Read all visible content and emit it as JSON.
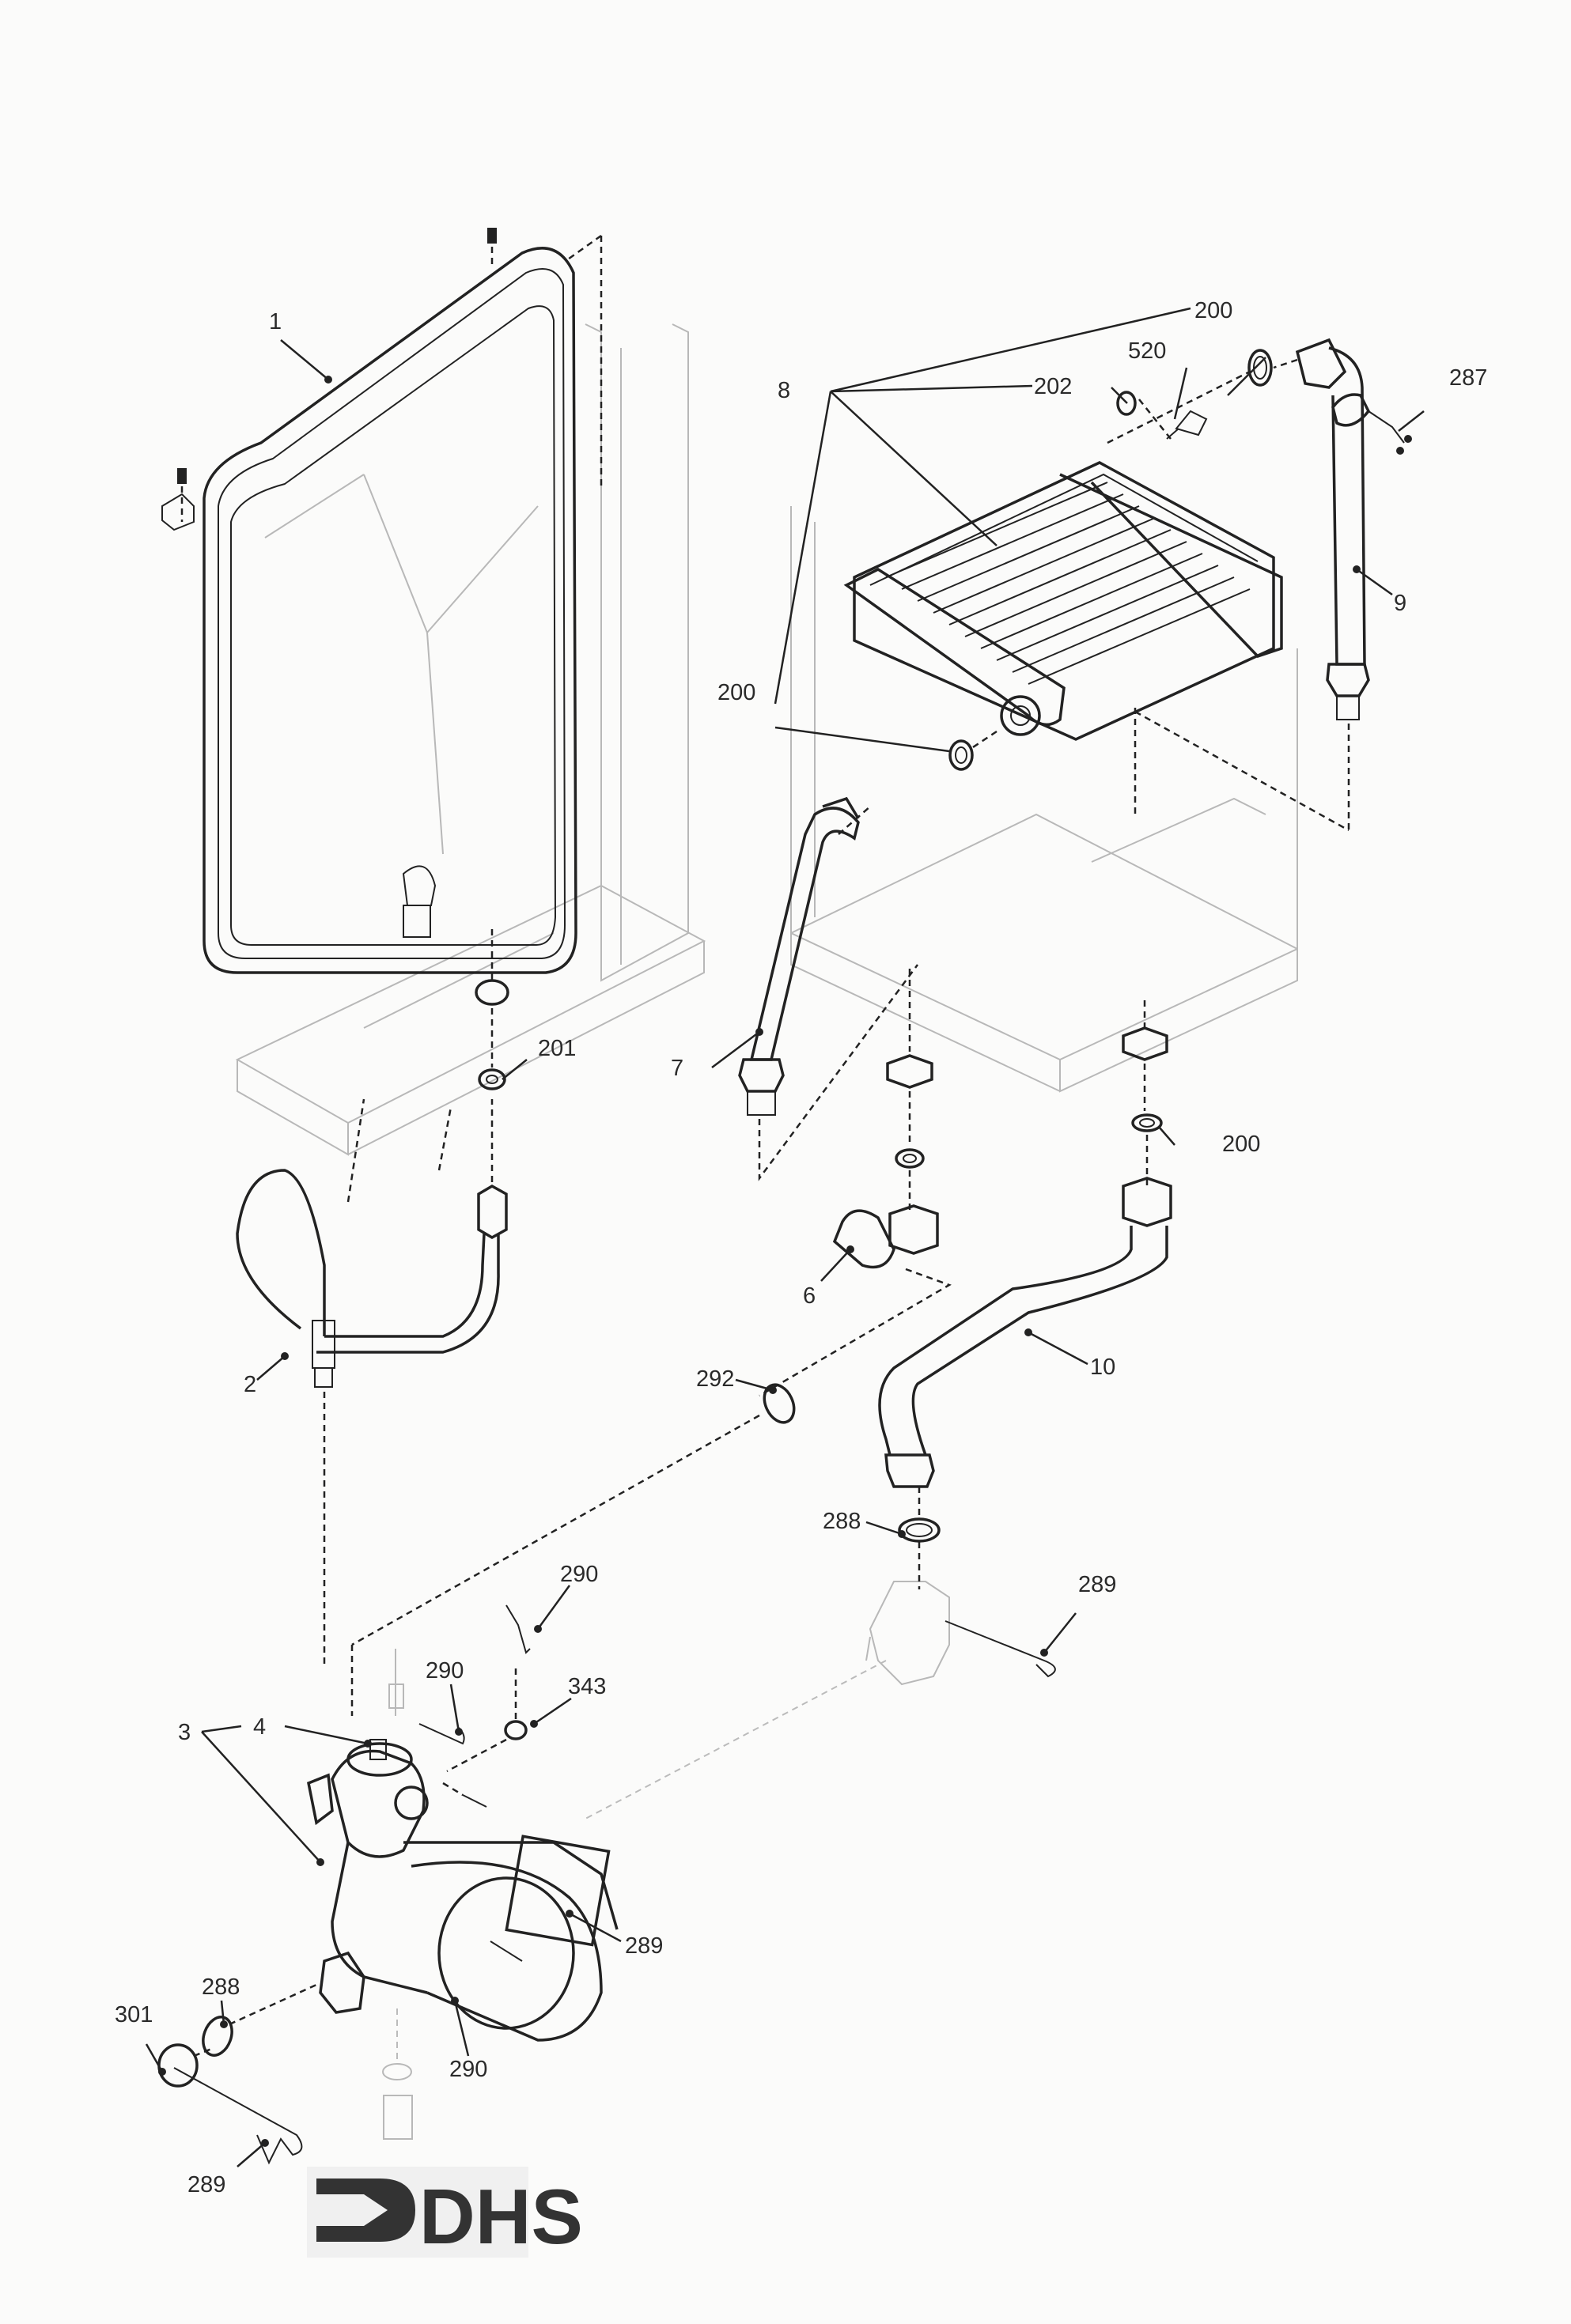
{
  "diagram": {
    "type": "exploded parts diagram",
    "logo": {
      "text": "DHS",
      "icon": "arrow-bracket-icon"
    },
    "callouts": [
      {
        "id": "c1",
        "label": "1",
        "part": "expansion vessel"
      },
      {
        "id": "c8",
        "label": "8",
        "part": "heat exchanger"
      },
      {
        "id": "c200a",
        "label": "200",
        "part": "washer"
      },
      {
        "id": "c520",
        "label": "520",
        "part": "sensor"
      },
      {
        "id": "c202",
        "label": "202",
        "part": "washer"
      },
      {
        "id": "c287",
        "label": "287",
        "part": "flange clip"
      },
      {
        "id": "c9",
        "label": "9",
        "part": "pipe"
      },
      {
        "id": "c200b",
        "label": "200",
        "part": "washer"
      },
      {
        "id": "c201",
        "label": "201",
        "part": "washer"
      },
      {
        "id": "c7",
        "label": "7",
        "part": "pipe"
      },
      {
        "id": "c200c",
        "label": "200",
        "part": "washer"
      },
      {
        "id": "c6",
        "label": "6",
        "part": "elbow"
      },
      {
        "id": "c2",
        "label": "2",
        "part": "pipe"
      },
      {
        "id": "c10",
        "label": "10",
        "part": "pipe"
      },
      {
        "id": "c292",
        "label": "292",
        "part": "o-ring"
      },
      {
        "id": "c288a",
        "label": "288",
        "part": "o-ring"
      },
      {
        "id": "c289a",
        "label": "289",
        "part": "clip"
      },
      {
        "id": "c290a",
        "label": "290",
        "part": "clip"
      },
      {
        "id": "c290b",
        "label": "290",
        "part": "clip"
      },
      {
        "id": "c343",
        "label": "343",
        "part": "plug"
      },
      {
        "id": "c3",
        "label": "3",
        "part": "pump"
      },
      {
        "id": "c4",
        "label": "4",
        "part": "air vent"
      },
      {
        "id": "c289b",
        "label": "289",
        "part": "clip"
      },
      {
        "id": "c290c",
        "label": "290",
        "part": "clip"
      },
      {
        "id": "c288b",
        "label": "288",
        "part": "o-ring"
      },
      {
        "id": "c301",
        "label": "301",
        "part": "plug"
      },
      {
        "id": "c289c",
        "label": "289",
        "part": "clip"
      }
    ]
  }
}
